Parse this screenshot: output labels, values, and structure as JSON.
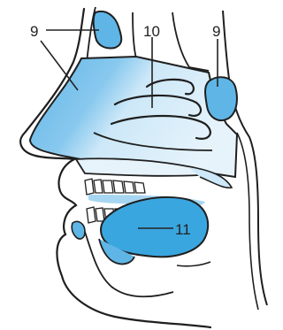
{
  "labels": {
    "frontal_sinus": "9",
    "sphenoid_sinus": "9",
    "nasal_conchae": "10",
    "tongue": "11"
  },
  "colors": {
    "tint_light": "#cde8f8",
    "tint_mid": "#a6d6f1",
    "tint_strong": "#5fb6e6",
    "tint_deep": "#3aa6df",
    "outline": "#1f1f1f",
    "leader_line": "#222222"
  }
}
